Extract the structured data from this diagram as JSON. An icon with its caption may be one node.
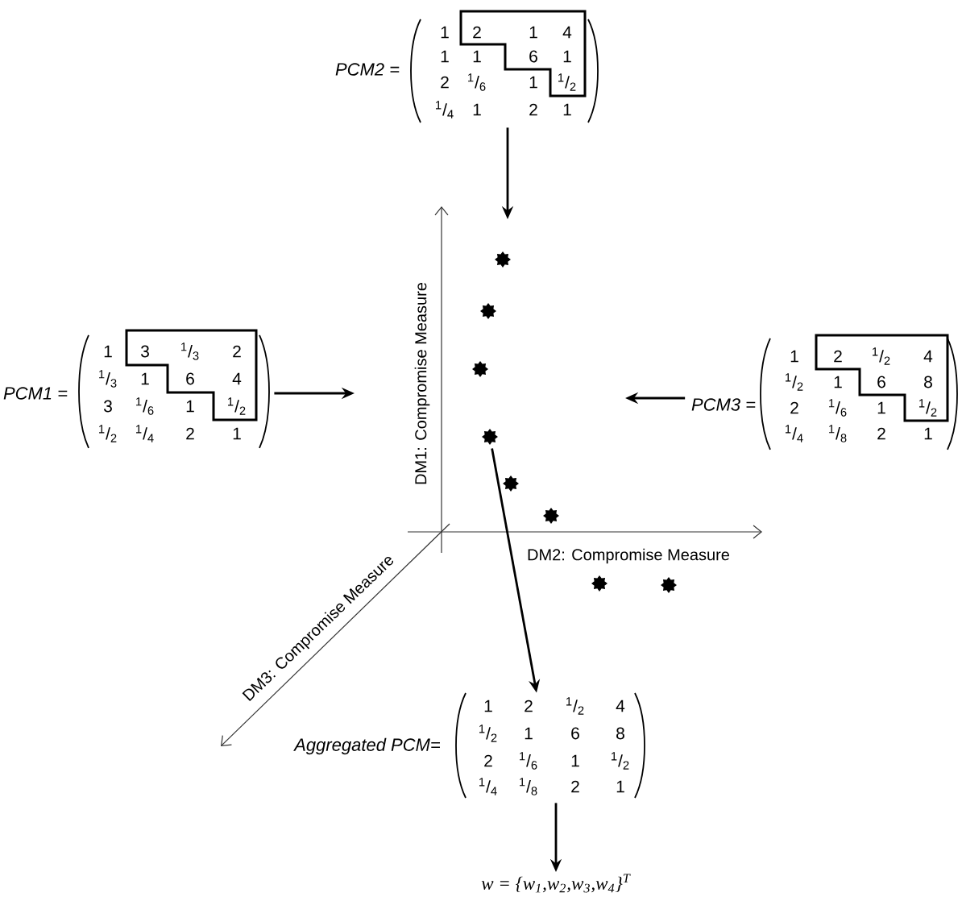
{
  "diagram": {
    "nodes": [
      {
        "text": [
          "PCM2 =",
          "1",
          "2",
          "1",
          "4",
          "1",
          "1",
          "6",
          "1",
          "2",
          "$^{1}$/$_{6}$",
          "1",
          "$^{1}$/$_{2}$",
          "$^{1}$/$_{4}$",
          "1",
          "2",
          "1"
        ]
      },
      {
        "text": [
          "PCM1 =",
          "1",
          "3",
          "$^{1}$/$_{3}$",
          "2",
          "$^{1}$/$_{3}$",
          "1",
          "6",
          "4",
          "3",
          "$^{1}$/$_{6}$",
          "1",
          "$^{1}$/$_{2}$",
          "$^{1}$/$_{2}$",
          "$^{1}$/$_{4}$",
          "2",
          "1"
        ]
      },
      {
        "text": [
          "PCM3 =",
          "1",
          "2",
          "$^{1}$/$_{2}$",
          "4",
          "$^{1}$/$_{2}$",
          "1",
          "6",
          "8",
          "2",
          "$^{1}$/$_{6}$",
          "1",
          "$^{1}$/$_{2}$",
          "$^{1}$/$_{4}$",
          "$^{1}$/$_{8}$",
          "2",
          "1"
        ]
      },
      {
        "text": [],
        "shape": "star"
      },
      {
        "text": [],
        "shape": "star"
      },
      {
        "text": [],
        "shape": "star"
      },
      {
        "text": [],
        "shape": "star"
      },
      {
        "text": [],
        "shape": "star"
      },
      {
        "text": [],
        "shape": "star"
      },
      {
        "text": [],
        "shape": "star"
      },
      {
        "text": [],
        "shape": "star"
      },
      {
        "text": [
          "Aggregated PCM=",
          "1",
          "2",
          "$^{1}$/$_{2}$",
          "4",
          "$^{1}$/$_{2}$",
          "1",
          "6",
          "8",
          "2",
          "$^{1}$/$_{6}$",
          "1",
          "$^{1}$/$_{2}$",
          "$^{1}$/$_{4}$",
          "$^{1}$/$_{8}$",
          "2",
          "1"
        ]
      },
      {
        "text": [
          "w = {w$_{1}$,w$_{2}$,w$_{3}$,w$_{4}$}$^{T}$"
        ]
      }
    ],
    "edges": [
      {
        "from": 0,
        "to": null,
        "arrow": "to"
      },
      {
        "from": 1,
        "to": null,
        "arrow": "to"
      },
      {
        "from": 2,
        "to": null,
        "arrow": "to"
      },
      {
        "from": 6,
        "to": 11,
        "arrow": "to"
      },
      {
        "from": 11,
        "to": 12,
        "arrow": "to"
      }
    ],
    "labels": [
      "DM1: Compromise Measure",
      "DM2: Compromise Measure",
      "DM3: Compromise Measure"
    ]
  }
}
